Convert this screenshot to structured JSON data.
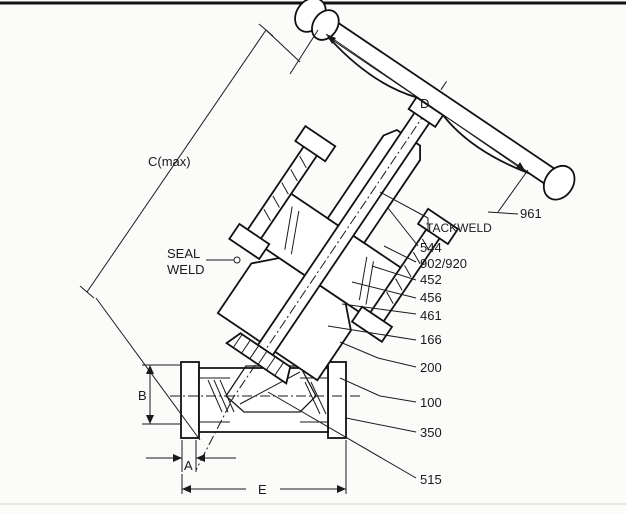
{
  "dimensions": {
    "c_max": "C(max)",
    "d": "D",
    "a": "A",
    "b": "B",
    "e": "E"
  },
  "notes": {
    "seal_weld_line1": "SEAL",
    "seal_weld_line2": "WELD",
    "tackweld": "TACKWELD"
  },
  "parts": [
    "961",
    "544",
    "902/920",
    "452",
    "456",
    "461",
    "166",
    "200",
    "100",
    "350",
    "515"
  ],
  "colors": {
    "line": "#1a1a1a",
    "frame": "#111111",
    "background": "#fbfbfa"
  }
}
